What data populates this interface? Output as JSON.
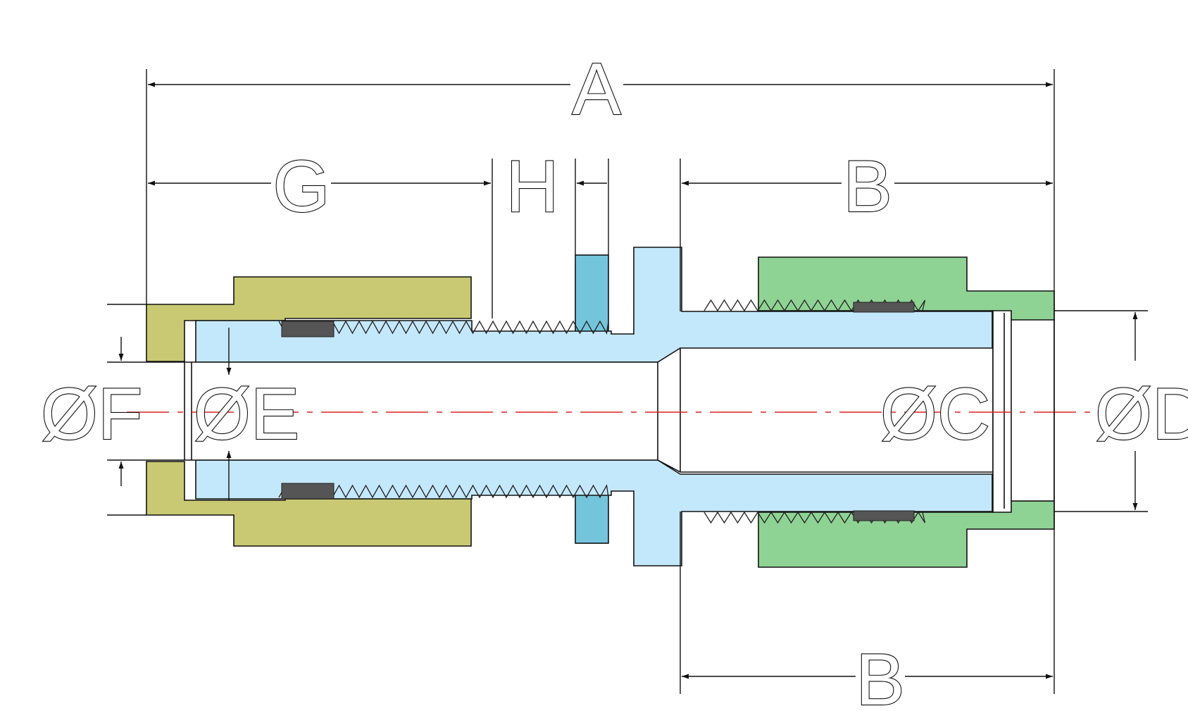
{
  "labels": {
    "A": "A",
    "G": "G",
    "H": "H",
    "B_top": "B",
    "B_bottom": "B",
    "F": "ØF",
    "E": "ØE",
    "C": "ØC",
    "D": "ØD"
  },
  "colors": {
    "nut_left": "#c9c973",
    "nut_right": "#8fd394",
    "body": "#c4e8fb",
    "panel": "#74c5dc",
    "centerline": "#dd2222",
    "outline": "#111111",
    "background": "#ffffff"
  }
}
